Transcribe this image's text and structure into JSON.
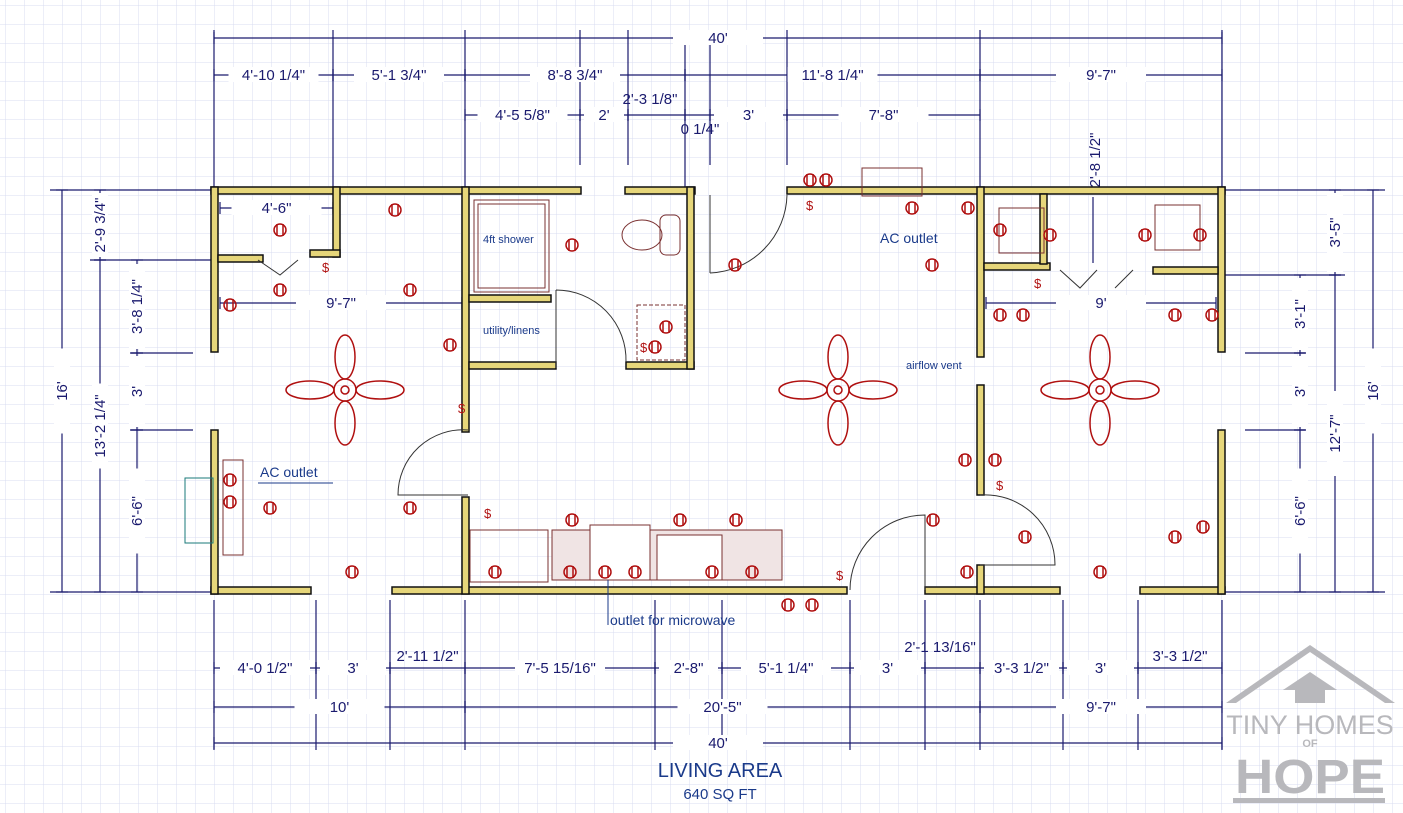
{
  "plan": {
    "title": "LIVING AREA",
    "area": "640 SQ FT",
    "top_dims": {
      "overall": "40'",
      "row1": [
        "4'-10 1/4\"",
        "5'-1 3/4\"",
        "8'-8 3/4\"",
        "11'-8 1/4\"",
        "9'-7\""
      ],
      "row2": [
        "4'-5 5/8\"",
        "2'",
        "2'-3 1/8\"",
        "0 1/4\"",
        "3'",
        "7'-8\""
      ],
      "vertical": "2'-8 1/2\""
    },
    "bottom_dims": {
      "row1": [
        "4'-0 1/2\"",
        "3'",
        "2'-11 1/2\"",
        "7'-5 15/16\"",
        "2'-8\"",
        "5'-1 1/4\"",
        "3'",
        "2'-1 13/16\"",
        "3'-3 1/2\"",
        "3'",
        "3'-3 1/2\""
      ],
      "row2": [
        "10'",
        "20'-5\"",
        "9'-7\""
      ],
      "overall": "40'"
    },
    "left_dims": {
      "overall": "16'",
      "mid": [
        "2'-9 3/4\"",
        "13'-2 1/4\""
      ],
      "inner": [
        "3'-8 1/4\"",
        "3'",
        "6'-6\""
      ]
    },
    "right_dims": {
      "overall": "16'",
      "mid": [
        "3'-5\"",
        "12'-7\""
      ],
      "inner": [
        "3'-1\"",
        "3'",
        "6'-6\""
      ]
    },
    "interior_dims": {
      "closet_left": "4'-6\"",
      "bedroom_left": "9'-7\"",
      "bedroom_right": "9'"
    },
    "labels": {
      "shower": "4ft shower",
      "utility": "utility/linens",
      "ac_outlet_right": "AC outlet",
      "ac_outlet_left": "AC outlet",
      "airflow_vent": "airflow vent",
      "microwave_outlet": "outlet for microwave"
    }
  },
  "logo": {
    "line1": "TINY HOMES",
    "of": "OF",
    "line2": "HOPE"
  },
  "colors": {
    "wall": "#e6d67a",
    "dimension": "#1a1a6e",
    "electrical": "#b01010",
    "grid": "#d8dcf0",
    "logo": "#b8b8bc"
  }
}
